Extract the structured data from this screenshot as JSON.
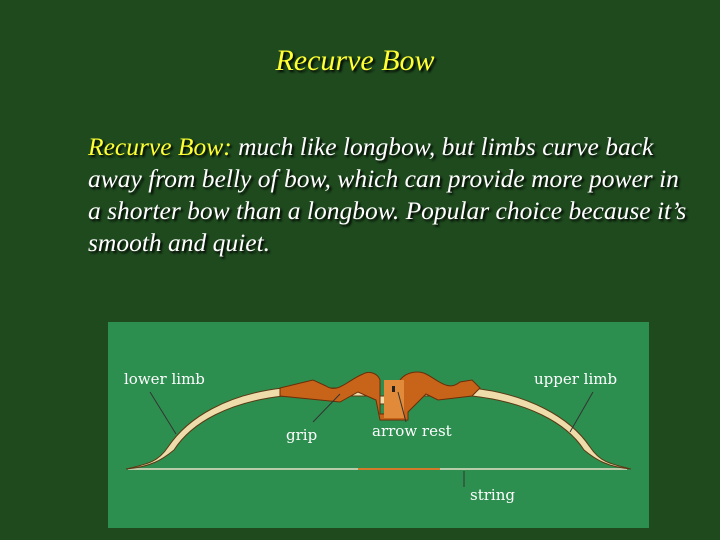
{
  "slide": {
    "title": "Recurve Bow",
    "term": "Recurve Bow:",
    "definition": " much like longbow, but limbs curve back away from belly of bow, which can provide more power in a shorter bow than a longbow. Popular choice because it’s smooth and quiet."
  },
  "diagram": {
    "labels": {
      "lower_limb": "lower limb",
      "upper_limb": "upper limb",
      "grip": "grip",
      "arrow_rest": "arrow rest",
      "string": "string"
    }
  },
  "colors": {
    "background": "#1e4a1e",
    "title": "#ffff33",
    "figure_background": "#2d8f4f",
    "bow_limb": "#e8d6a6",
    "riser": "#c8641a"
  }
}
